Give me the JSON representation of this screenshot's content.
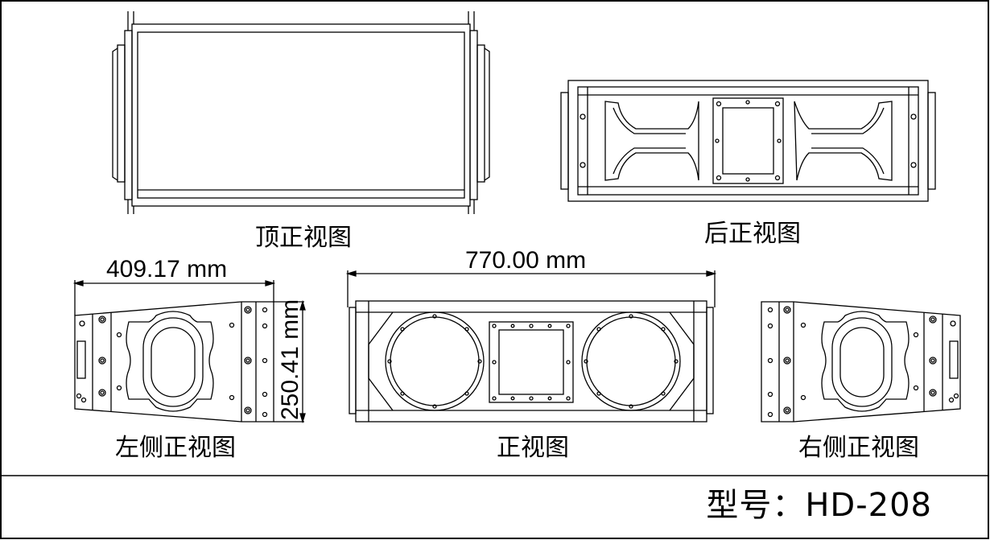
{
  "views": {
    "top": "顶正视图",
    "rear": "后正视图",
    "left_side": "左侧正视图",
    "front": "正视图",
    "right_side": "右侧正视图"
  },
  "dimensions": {
    "depth": "409.17 mm",
    "width": "770.00 mm",
    "height": "250.41 mm"
  },
  "model": {
    "label": "型号：",
    "value": "HD-208"
  }
}
